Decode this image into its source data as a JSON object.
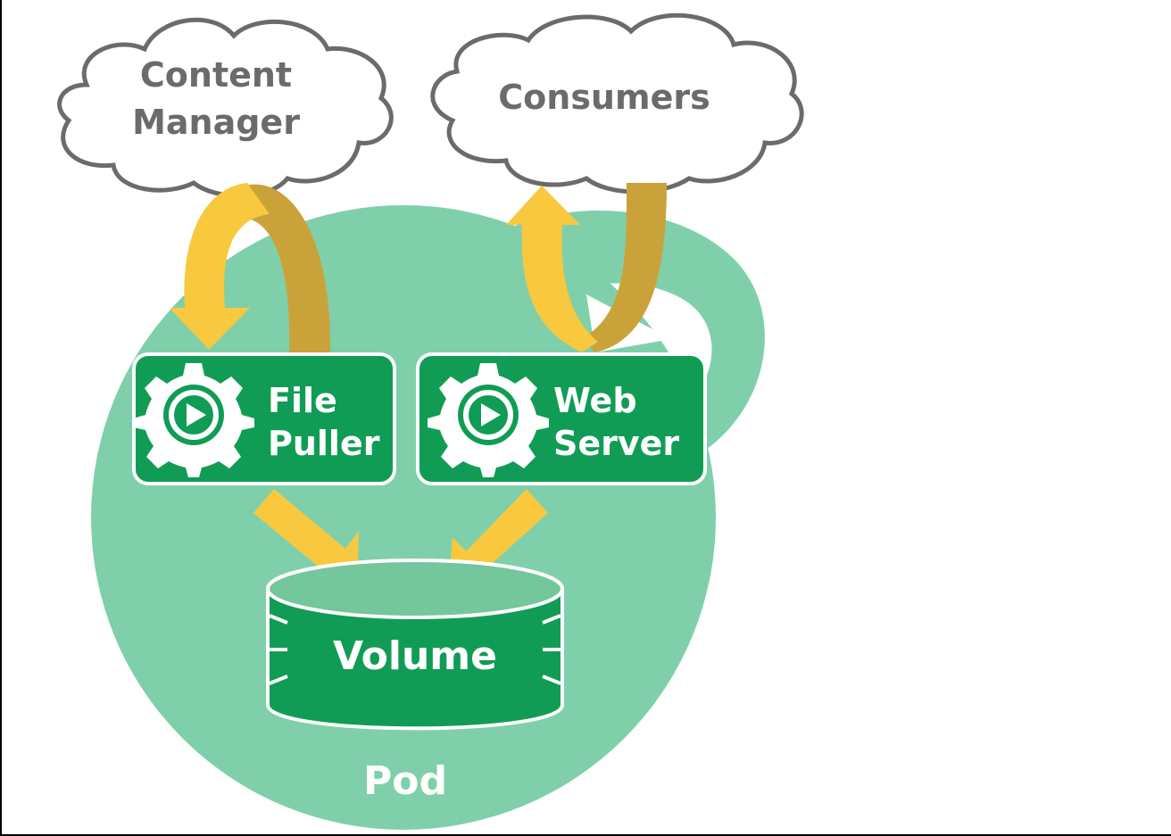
{
  "colors": {
    "pod_fill": "#7fd0aa",
    "container_fill": "#119c55",
    "arrow_yellow": "#f8c83f",
    "arrow_gold": "#caa23a",
    "cloud_stroke": "#6b6b6b",
    "cloud_text": "#6b6b6b"
  },
  "clouds": {
    "content_manager": {
      "line1": "Content",
      "line2": "Manager"
    },
    "consumers": {
      "label": "Consumers"
    }
  },
  "containers": {
    "file_puller": {
      "line1": "File",
      "line2": "Puller",
      "icon": "gear-play-icon"
    },
    "web_server": {
      "line1": "Web",
      "line2": "Server",
      "icon": "gear-play-icon"
    }
  },
  "volume": {
    "label": "Volume"
  },
  "pod": {
    "label": "Pod"
  }
}
